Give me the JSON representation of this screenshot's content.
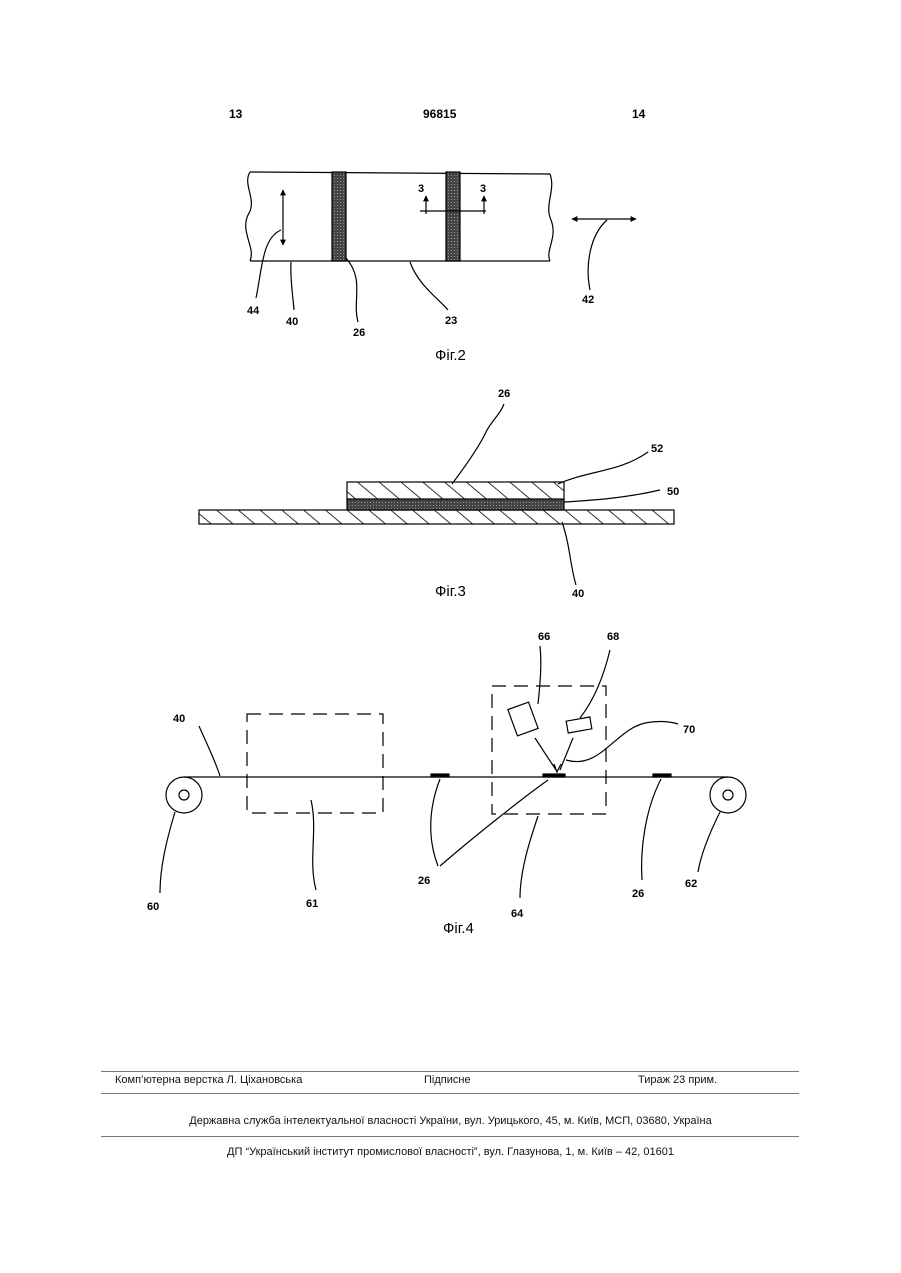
{
  "header": {
    "left": "13",
    "center": "96815",
    "right": "14"
  },
  "fig2": {
    "caption": "Фіг.2",
    "labels": {
      "l44": "44",
      "l40": "40",
      "l26": "26",
      "l23": "23",
      "l42": "42",
      "s3a": "3",
      "s3b": "3"
    }
  },
  "fig3": {
    "caption": "Фіг.3",
    "labels": {
      "l26": "26",
      "l52": "52",
      "l50": "50",
      "l40": "40"
    }
  },
  "fig4": {
    "caption": "Фіг.4",
    "labels": {
      "l40": "40",
      "l66": "66",
      "l68": "68",
      "l70": "70",
      "l26a": "26",
      "l64": "64",
      "l26b": "26",
      "l62": "62",
      "l60": "60",
      "l61": "61"
    }
  },
  "footer": {
    "layout": "Комп’ютерна верстка Л. Ціхановська",
    "signed": "Підписне",
    "circulation": "Тираж 23 прим.",
    "office": "Державна служба інтелектуальної власності України, вул. Урицького, 45, м. Київ, МСП, 03680, Україна",
    "institute": "ДП “Український інститут промислової власності”, вул. Глазунова, 1, м. Київ – 42, 01601"
  }
}
